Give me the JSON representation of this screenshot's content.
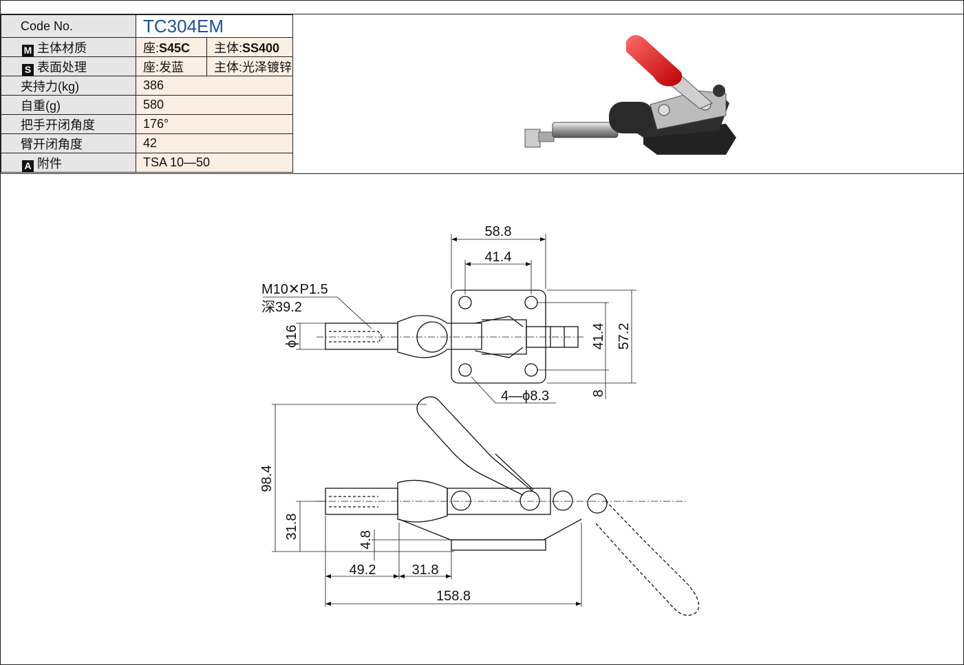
{
  "spec": {
    "code_label": "Code No.",
    "code_value": "TC304EM",
    "rows": [
      {
        "badge": "M",
        "label": "主体材质",
        "v1_prefix": "座:",
        "v1_bold": "S45C",
        "v2_prefix": "主体:",
        "v2_bold": "SS400"
      },
      {
        "badge": "S",
        "label": "表面处理",
        "v1": "座:发蓝",
        "v2": "主体:光泽镀锌"
      },
      {
        "label": "夹持力(kg)",
        "value": "386"
      },
      {
        "label": "自重(g)",
        "value": "580"
      },
      {
        "label": "把手开闭角度",
        "value": "176°"
      },
      {
        "label": "臂开闭角度",
        "value": "42"
      },
      {
        "badge": "A",
        "label": "附件",
        "value": "TSA 10—50"
      }
    ]
  },
  "drawing": {
    "dims": {
      "w58_8": "58.8",
      "w41_4": "41.4",
      "thread": "M10✕P1.5",
      "depth": "深39.2",
      "dia16": "ϕ16",
      "h41_4": "41.4",
      "h57_2": "57.2",
      "h8": "8",
      "holes": "4—ϕ8.3",
      "h98_4": "98.4",
      "h31_8": "31.8",
      "h4_8": "4.8",
      "w49_2": "49.2",
      "w31_8": "31.8",
      "w158_8": "158.8"
    }
  },
  "colors": {
    "accent": "#1f4f96",
    "label_bg": "#e6e6e6",
    "value_bg": "#fbeee2",
    "handle": "#e02020"
  },
  "icons": {
    "photo": "toggle-clamp-photo",
    "drawing": "toggle-clamp-technical-drawing"
  }
}
